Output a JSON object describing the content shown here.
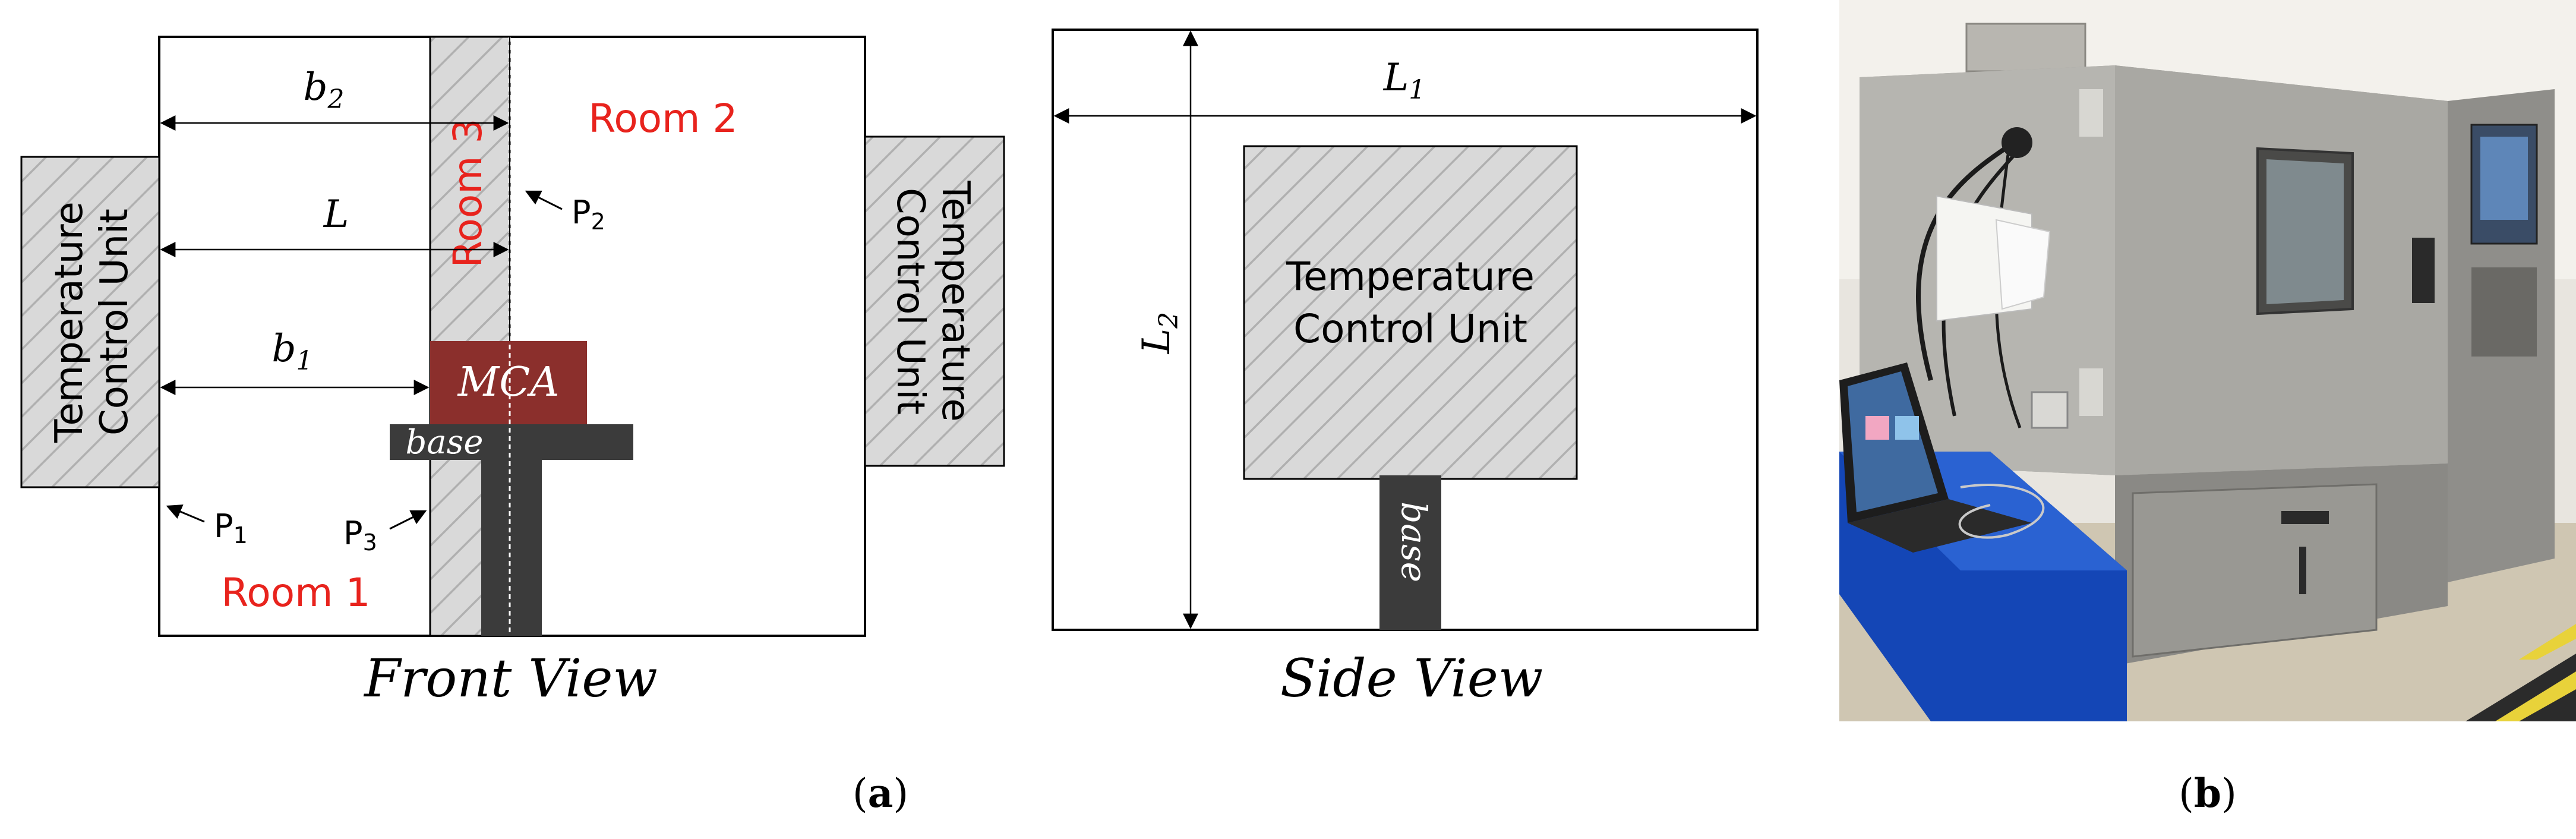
{
  "front_view": {
    "caption": "Front View",
    "tcu_left": {
      "line1": "Temperature",
      "line2": "Control Unit"
    },
    "tcu_right": {
      "line1": "Temperature",
      "line2": "Control Unit"
    },
    "dims": {
      "b2": "b",
      "b2_sub": "2",
      "L": "L",
      "b1": "b",
      "b1_sub": "1"
    },
    "rooms": {
      "room1": "Room 1",
      "room2": "Room 2",
      "room3": "Room 3"
    },
    "mca": "MCA",
    "base": "base",
    "points": {
      "p1": "P",
      "p1_sub": "1",
      "p2": "P",
      "p2_sub": "2",
      "p3": "P",
      "p3_sub": "3"
    }
  },
  "side_view": {
    "caption": "Side View",
    "tcu": {
      "line1": "Temperature",
      "line2": "Control Unit"
    },
    "dims": {
      "L1": "L",
      "L1_sub": "1",
      "L2": "L",
      "L2_sub": "2"
    },
    "base": "base"
  },
  "panel_labels": {
    "a_open": "(",
    "a": "a",
    "a_close": ")",
    "b_open": "(",
    "b": "b",
    "b_close": ")"
  },
  "colors": {
    "room_label": "#e8231d",
    "mca_fill": "#8b2f2c",
    "base_fill": "#3b3b3b",
    "hatch_bg": "#d9d9d9",
    "hatch_line": "#b3b3b3",
    "line": "#000000"
  }
}
